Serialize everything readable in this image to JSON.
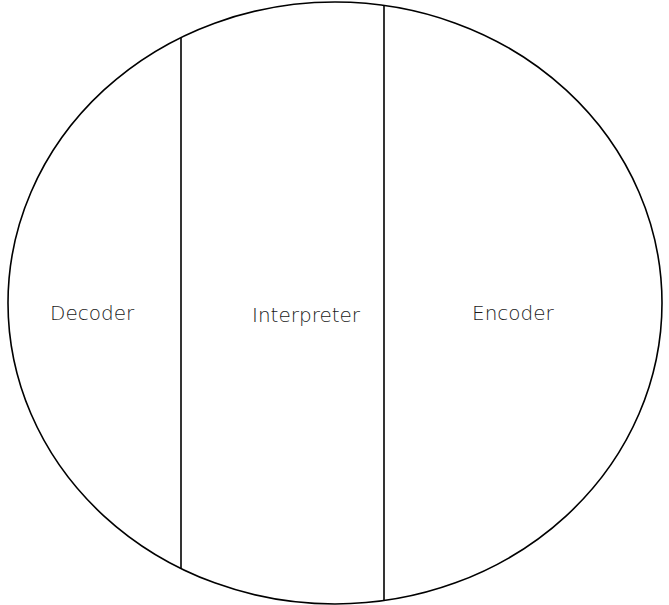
{
  "diagram": {
    "nodes": [
      {
        "text": [
          "Decoder"
        ]
      },
      {
        "text": [
          "Interpreter"
        ]
      },
      {
        "text": [
          "Encoder"
        ]
      }
    ]
  }
}
